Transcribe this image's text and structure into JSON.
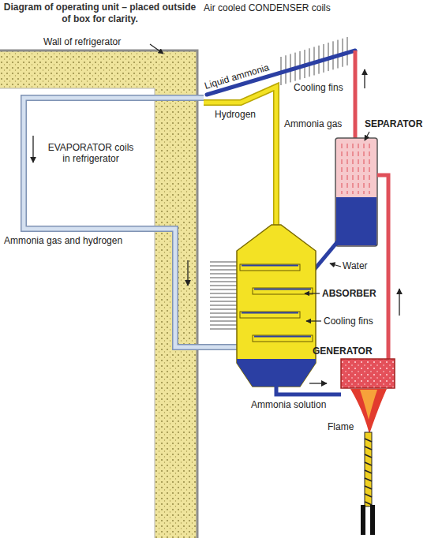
{
  "diagram": {
    "title": "Diagram of operating unit – placed outside of box for clarity.",
    "labels": [
      "Air cooled CONDENSER coils",
      "Wall of refrigerator",
      "Liquid ammonia",
      "Cooling fins",
      "Hydrogen",
      "Ammonia gas",
      "SEPARATOR",
      "EVAPORATOR coils in refrigerator",
      "Ammonia gas and hydrogen",
      "Water",
      "ABSORBER",
      "Cooling fins",
      "GENERATOR",
      "Ammonia solution",
      "Flame"
    ]
  }
}
